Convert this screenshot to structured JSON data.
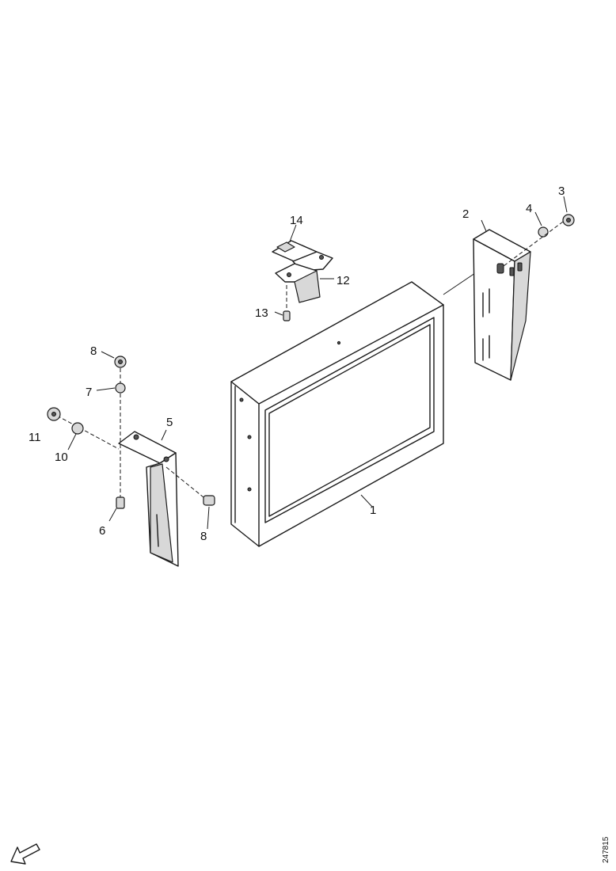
{
  "callouts": [
    {
      "id": "1",
      "label": "1"
    },
    {
      "id": "2",
      "label": "2"
    },
    {
      "id": "3",
      "label": "3"
    },
    {
      "id": "4",
      "label": "4"
    },
    {
      "id": "5",
      "label": "5"
    },
    {
      "id": "6",
      "label": "6"
    },
    {
      "id": "7",
      "label": "7"
    },
    {
      "id": "8a",
      "label": "8"
    },
    {
      "id": "8b",
      "label": "8"
    },
    {
      "id": "10",
      "label": "10"
    },
    {
      "id": "11",
      "label": "11"
    },
    {
      "id": "12",
      "label": "12"
    },
    {
      "id": "13",
      "label": "13"
    },
    {
      "id": "14",
      "label": "14"
    }
  ],
  "document_id": "247815",
  "icons": {
    "orientation_arrow": "arrow-down-left-icon"
  }
}
